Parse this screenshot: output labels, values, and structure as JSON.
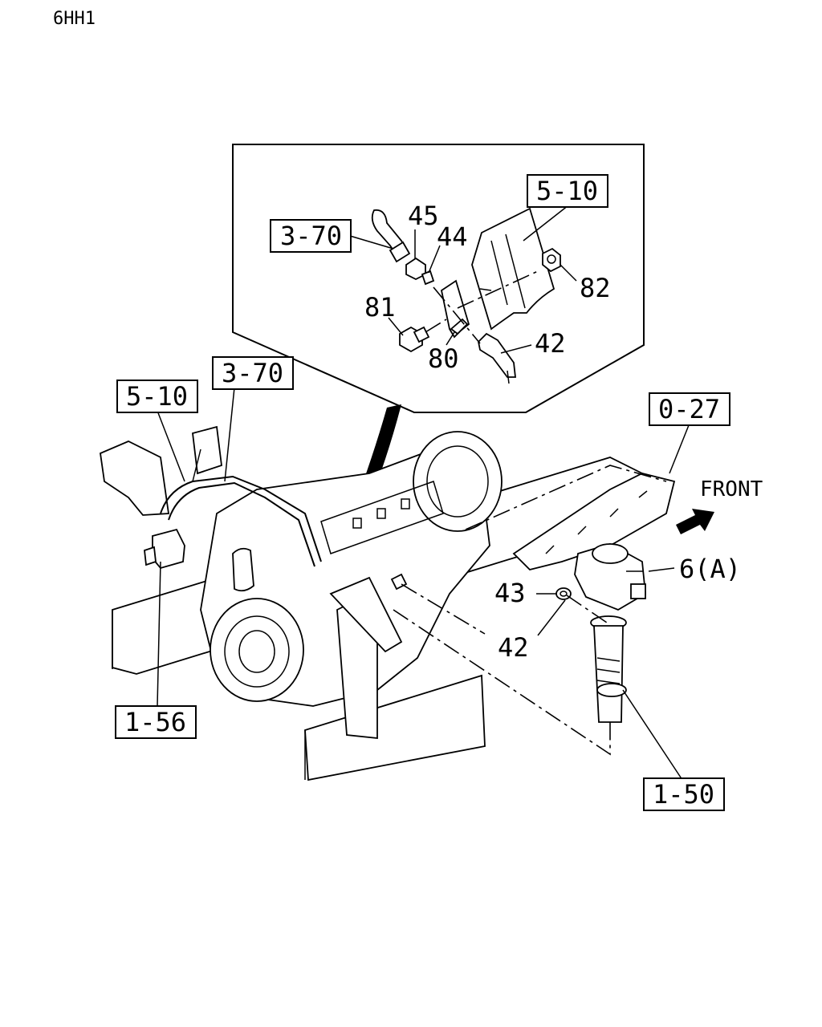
{
  "diagram": {
    "code": "6HH1",
    "direction": "FRONT",
    "refs": {
      "r310_inset": "3-70",
      "r510_inset": "5-10",
      "r370_main": "3-70",
      "r510_main": "5-10",
      "r027": "0-27",
      "r156": "1-56",
      "r150": "1-50"
    },
    "parts": {
      "p45": "45",
      "p44": "44",
      "p82": "82",
      "p81": "81",
      "p80": "80",
      "p42_inset": "42",
      "p6a": "6(A)",
      "p43": "43",
      "p42_main": "42"
    }
  }
}
